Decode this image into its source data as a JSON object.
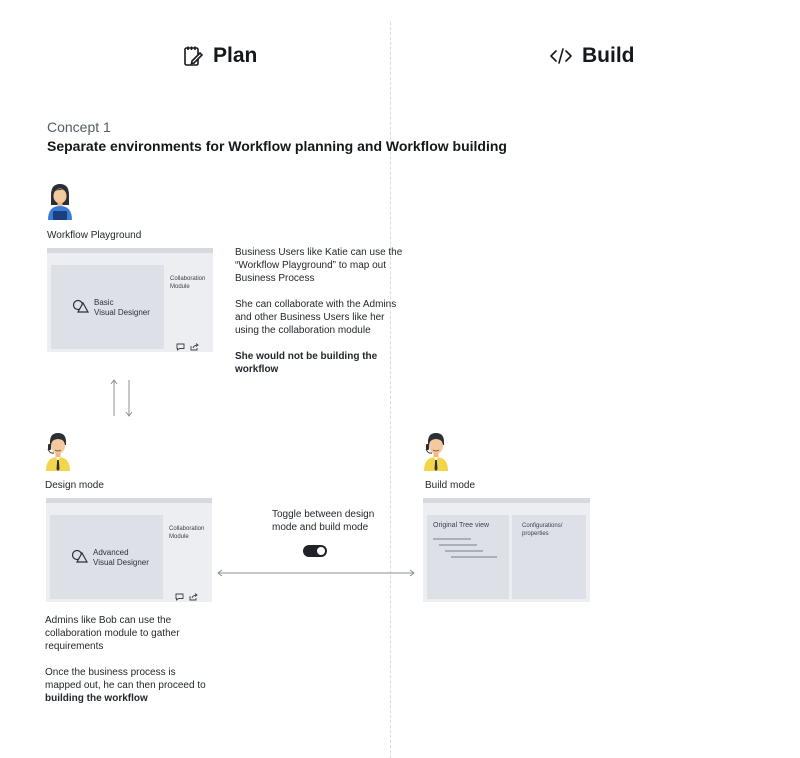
{
  "headings": {
    "plan": "Plan",
    "build": "Build"
  },
  "concept": {
    "label": "Concept 1",
    "title": "Separate environments for Workflow planning and Workflow building"
  },
  "playground": {
    "label": "Workflow Playground",
    "designer": [
      "Basic",
      "Visual Designer"
    ],
    "module": [
      "Collaboration",
      "Module"
    ],
    "description": [
      "Business Users like Katie can use the",
      "“Workflow Playground” to map out",
      "Business Process"
    ],
    "description2": [
      "She can collaborate with the Admins",
      "and other Business Users like her",
      "using the collaboration module"
    ],
    "note": [
      "She would not be building the",
      "workflow"
    ]
  },
  "design_mode": {
    "label": "Design mode",
    "designer": [
      "Advanced",
      "Visual Designer"
    ],
    "module": [
      "Collaboration",
      "Module"
    ],
    "description": [
      "Admins like Bob can use the",
      "collaboration module to gather",
      "requirements"
    ],
    "description2": [
      "Once the business process is",
      "mapped out, he can then proceed to"
    ],
    "description2_bold": "building the workflow"
  },
  "toggle": {
    "text": [
      "Toggle between design",
      "mode and build mode"
    ],
    "state": "on"
  },
  "build_mode": {
    "label": "Build mode",
    "tree": "Original Tree view",
    "config": [
      "Configurations/",
      "properties"
    ]
  },
  "colors": {
    "frame": "#eceef1",
    "frame_bar": "#d6dae0",
    "panel": "#dde1e7",
    "divider": "#d7dbe0",
    "toggle": "#1f2329",
    "avatar_female_shirt": "#3a7bd5",
    "avatar_male_shirt": "#f2d54a"
  },
  "icons": {
    "plan": "notepad-pencil-icon",
    "build": "code-icon",
    "designer": "shapes-icon",
    "comment": "comment-icon",
    "share": "share-icon"
  }
}
